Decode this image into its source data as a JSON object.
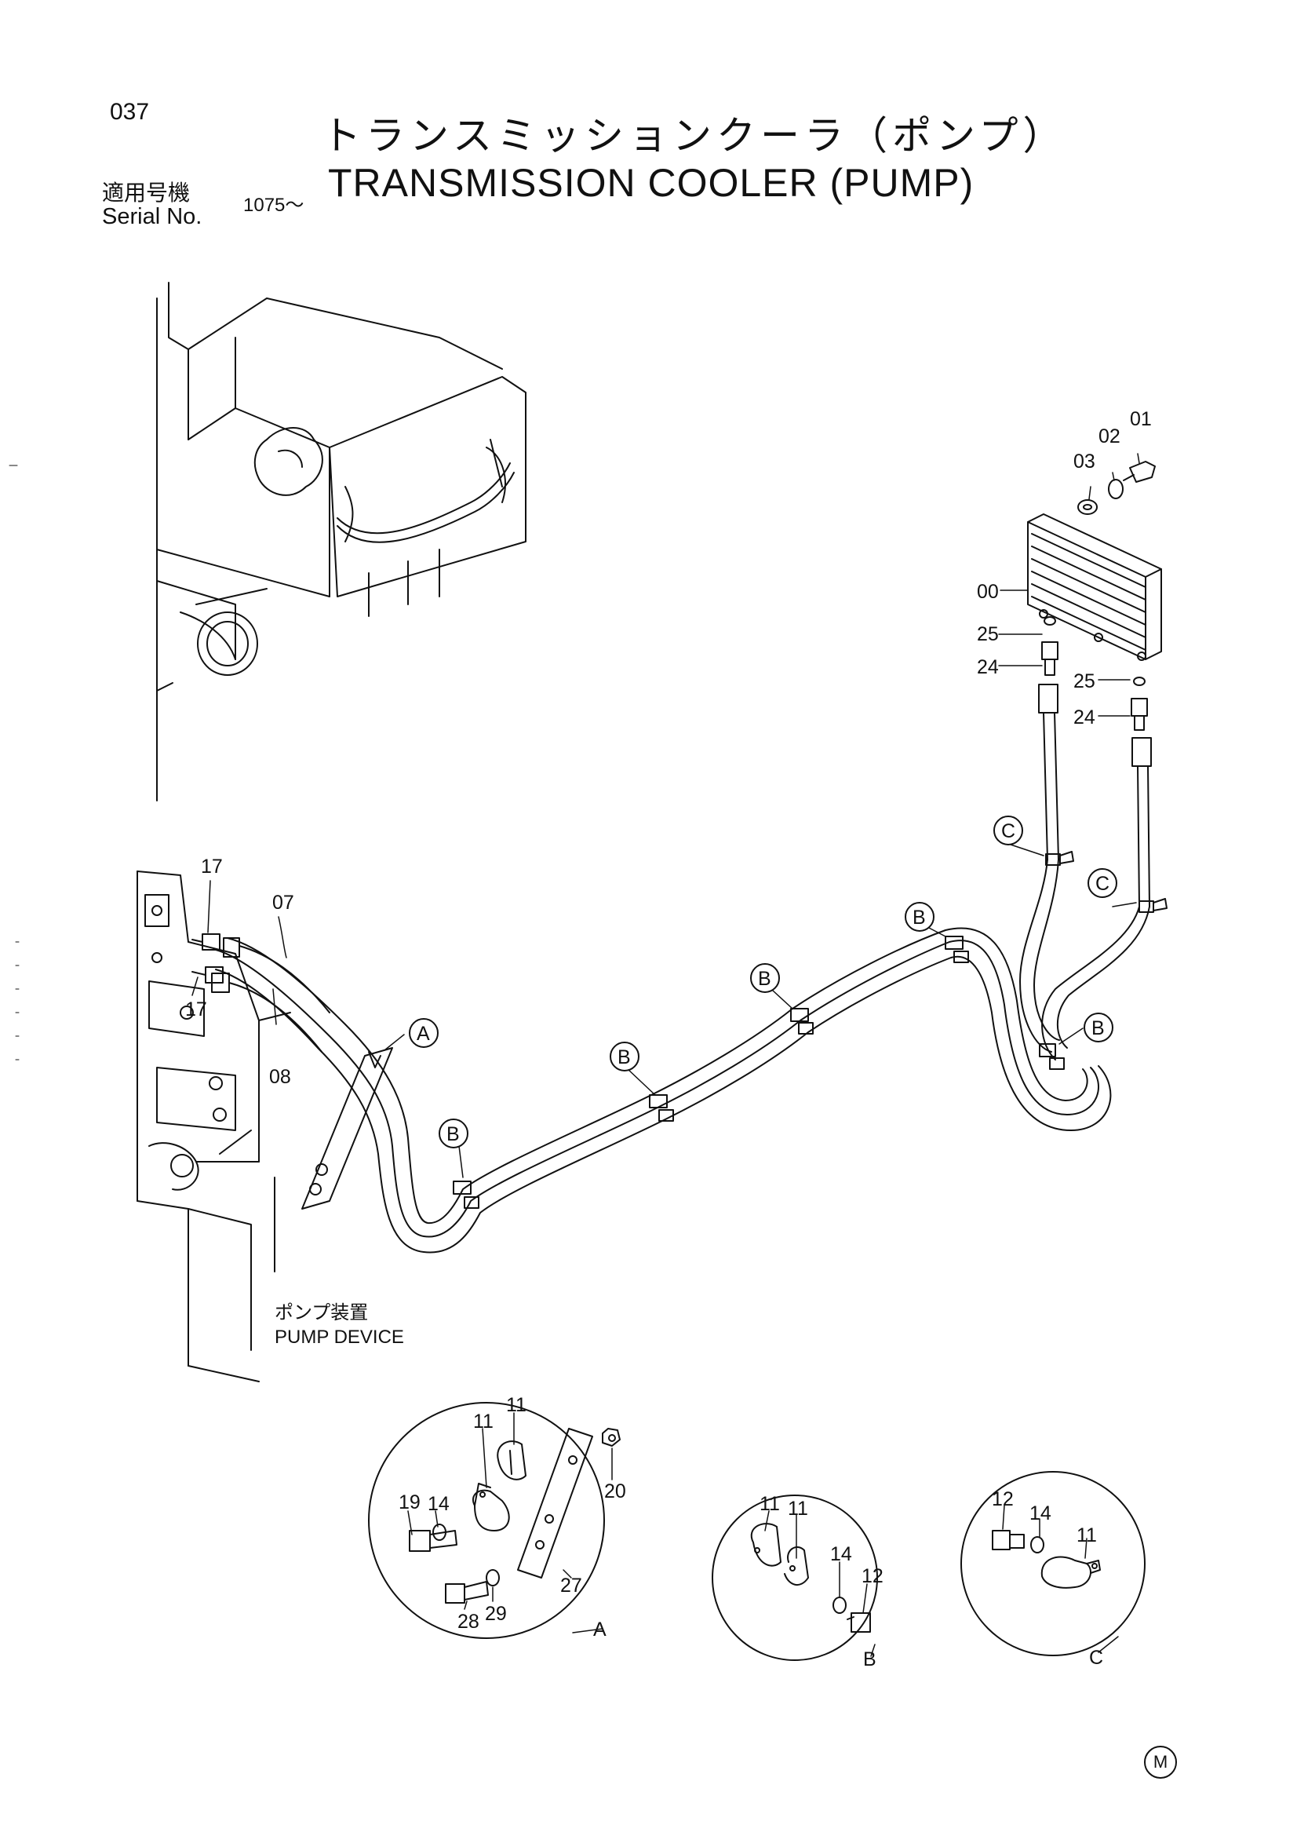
{
  "header": {
    "page_number": "037",
    "title_jp": "トランスミッションクーラ（ポンプ）",
    "title_en": "TRANSMISSION COOLER (PUMP)",
    "serial_label_jp": "適用号機",
    "serial_label_en": "Serial No.",
    "serial_value": "1075～"
  },
  "diagram": {
    "pump_label_jp": "ポンプ装置",
    "pump_label_en": "PUMP DEVICE",
    "callouts": [
      "01",
      "02",
      "03",
      "00",
      "25",
      "24",
      "25",
      "24",
      "17",
      "07",
      "17",
      "08"
    ],
    "clamp_markers": [
      "A",
      "B",
      "B",
      "B",
      "B",
      "B",
      "C",
      "C"
    ],
    "detail_a": {
      "letter": "A",
      "parts": [
        "11",
        "11",
        "19",
        "14",
        "20",
        "28",
        "29",
        "27"
      ]
    },
    "detail_b": {
      "letter": "B",
      "parts": [
        "11",
        "11",
        "14",
        "12"
      ]
    },
    "detail_c": {
      "letter": "C",
      "parts": [
        "12",
        "14",
        "11"
      ]
    }
  },
  "footer": {
    "mark": "M"
  }
}
